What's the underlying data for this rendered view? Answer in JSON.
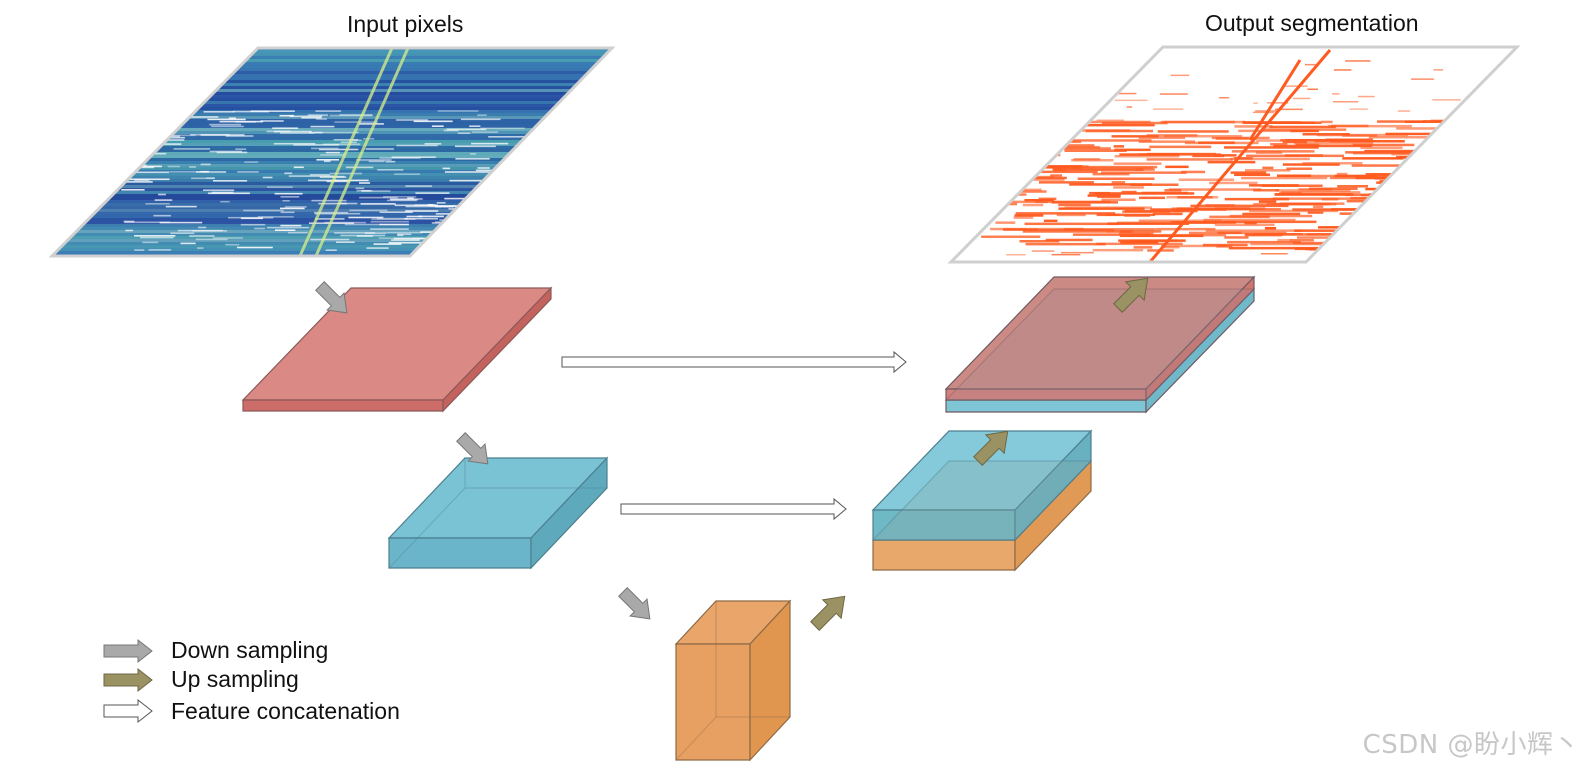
{
  "titles": {
    "input": "Input pixels",
    "output": "Output segmentation"
  },
  "legend": {
    "down": "Down sampling",
    "up": "Up sampling",
    "concat": "Feature concatenation"
  },
  "watermark": "CSDN @盼小辉丶",
  "colors": {
    "red_block": "#d97c79",
    "blue_block": "#76c4d6",
    "orange_block": "#eea669",
    "down_arrow": "#a9a9a9",
    "up_arrow": "#9a9262",
    "segmentation": "#ff5a1f",
    "heatmap_base": "#2f5fa8"
  }
}
